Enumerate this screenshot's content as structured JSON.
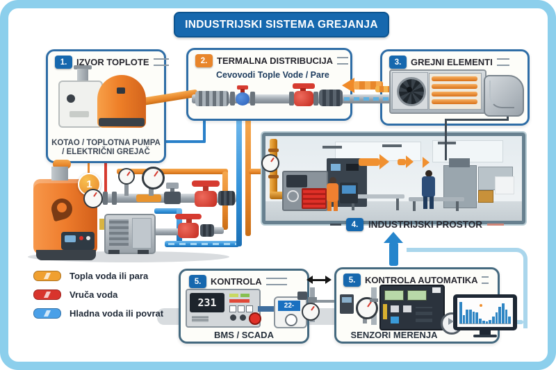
{
  "title_banner": {
    "text": "INDUSTRIJSKI SISTEMA GREJANJA"
  },
  "sections": {
    "izvor_toplote": {
      "badge": "1.",
      "title": "IZVOR TOPLOTE",
      "caption": "KOTAO / TOPLOTNA PUMPA / ELEKTRIČNI GREJAČ"
    },
    "termalna_distribucija": {
      "badge": "2.",
      "title": "TERMALNA DISTRIBUCIJA",
      "subtitle": "Cevovodi Tople Vode / Pare"
    },
    "grejni_elementi": {
      "badge": "3.",
      "title": "GREJNI ELEMENTI"
    },
    "industrijski_prostor": {
      "badge": "4.",
      "title": "INDUSTRIJSKI PROSTOR"
    },
    "kontrola": {
      "badge": "5.",
      "title": "KONTROLA",
      "caption": "BMS / SCADA",
      "panel_display": "231",
      "thermostat_display": "22-"
    },
    "kontrola_automatika": {
      "badge": "5.",
      "title": "KONTROLA AUTOMATIKA",
      "caption": "SENZORI MERENJA"
    }
  },
  "markers": {
    "flow_step": "1"
  },
  "legend": {
    "items": [
      {
        "label": "Topla voda ili para",
        "color": "#f0a030"
      },
      {
        "label": "Vruča voda",
        "color": "#d8342c"
      },
      {
        "label": "Hladna voda ili povrat",
        "color": "#4aa0e8"
      }
    ]
  },
  "colors": {
    "frame": "#8ccfec",
    "banner": "#1668ae",
    "box_border": "#2e6da6",
    "bottom_box_border": "#44697f",
    "badge_blue": "#1668ae",
    "badge_orange": "#e8852b",
    "pipe_orange": "#e8872b",
    "pipe_red": "#d63b30",
    "pipe_blue": "#2e8fd8",
    "pipe_light_blue": "#aad6ec",
    "steel": "#9aa3ab"
  },
  "chart_data": {
    "type": "bar",
    "title": "Senzori merenja - monitor histogram",
    "values": [
      90,
      35,
      60,
      58,
      50,
      46,
      20,
      12,
      8,
      14,
      28,
      48,
      72,
      84,
      58,
      28
    ],
    "color": "#2f86c4",
    "xlabel": "",
    "ylabel": "",
    "legend_position": "none",
    "grid": false
  }
}
